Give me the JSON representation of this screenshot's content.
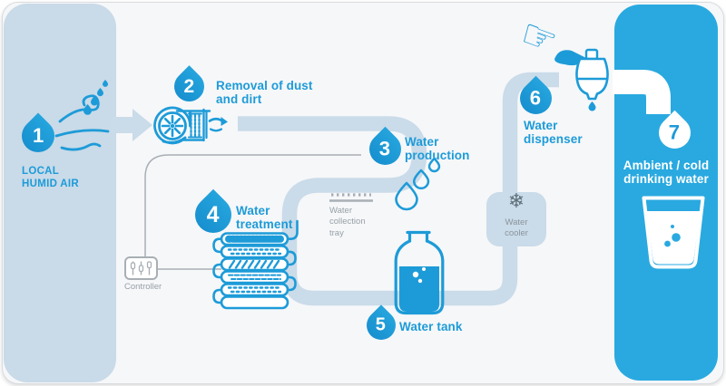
{
  "colors": {
    "accent": "#1d9bd8",
    "band": "#cadbe9",
    "panel_left": "#c9dae8",
    "panel_right": "#29a9e0",
    "card_bg": "#f6f7f9",
    "gray_text": "#97a0a7",
    "gray_line": "#a8afb5",
    "snowflake": "#5f7079"
  },
  "steps": [
    {
      "number": "1",
      "label_lines": [
        "LOCAL",
        "HUMID AIR"
      ]
    },
    {
      "number": "2",
      "label_lines": [
        "Removal of dust",
        "and dirt"
      ]
    },
    {
      "number": "3",
      "label_lines": [
        "Water",
        "production"
      ]
    },
    {
      "number": "4",
      "label_lines": [
        "Water",
        "treatment"
      ]
    },
    {
      "number": "5",
      "label_lines": [
        "Water tank"
      ]
    },
    {
      "number": "6",
      "label_lines": [
        "Water",
        "dispenser"
      ]
    },
    {
      "number": "7",
      "label_lines": [
        "Ambient / cold",
        "drinking water"
      ]
    }
  ],
  "annotations": {
    "controller_label": "Controller",
    "tray_label_lines": [
      "Water",
      "collection",
      "tray"
    ],
    "cooler_label_lines": [
      "Water",
      "cooler"
    ]
  },
  "icons": {
    "snowflake": "❄",
    "pointing_hand": "☞"
  }
}
